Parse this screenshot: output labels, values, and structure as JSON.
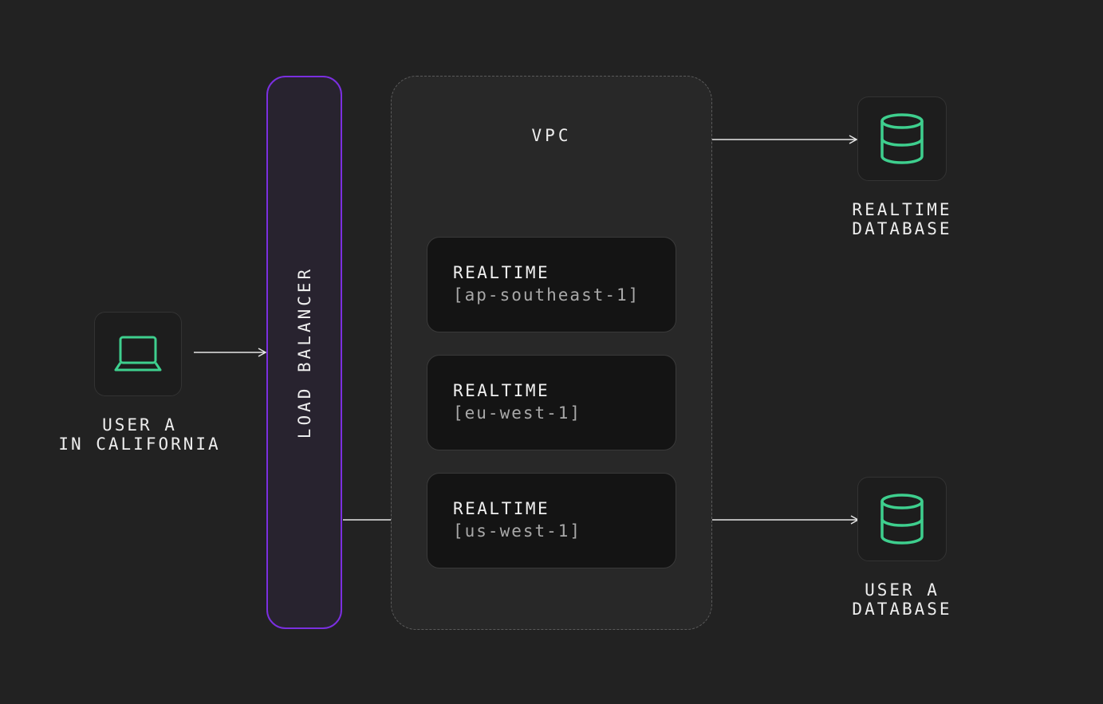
{
  "user": {
    "label_line1": "USER A",
    "label_line2": "IN CALIFORNIA",
    "icon": "laptop-icon"
  },
  "load_balancer": {
    "label": "LOAD BALANCER"
  },
  "vpc": {
    "title": "VPC",
    "nodes": [
      {
        "title": "REALTIME",
        "region": "[ap-southeast-1]"
      },
      {
        "title": "REALTIME",
        "region": "[eu-west-1]"
      },
      {
        "title": "REALTIME",
        "region": "[us-west-1]"
      }
    ]
  },
  "realtime_db": {
    "label_line1": "REALTIME",
    "label_line2": "DATABASE",
    "icon": "database-icon"
  },
  "user_db": {
    "label_line1": "USER A",
    "label_line2": "DATABASE",
    "icon": "database-icon"
  },
  "colors": {
    "background": "#222222",
    "accent_green": "#3ecf8e",
    "load_balancer_border": "#7b2fe0",
    "arrow": "#e6e6e6"
  }
}
